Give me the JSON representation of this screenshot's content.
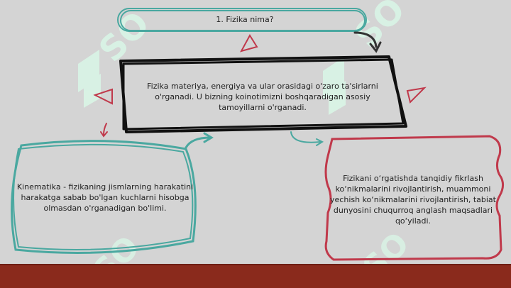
{
  "slide": {
    "title": "1. Fizika nima?",
    "center_text": "Fizika materiya, energiya va ular orasidagi o'zaro ta'sirlarni o'rganadi. U bizning koinotimizni boshqaradigan asosiy tamoyillarni o'rganadi.",
    "left_text": "Kinematika - fizikaning jismlarning harakatini harakatga sabab bo'lgan kuchlarni hisobga olmasdan o'rganadigan bo'limi.",
    "right_text": "Fizikani o‘rgatishda tanqidiy fikrlash ko‘nikmalarini rivojlantirish, muammoni yechish ko‘nikmalarini rivojlantirish, tabiat dunyosini chuqurroq anglash maqsadlari qo‘yiladi."
  },
  "colors": {
    "background": "#d4d4d4",
    "teal": "#4aa8a0",
    "crimson": "#c0394b",
    "black": "#111111",
    "watermark": "#d9f5e6",
    "floor": "#8a2a1c"
  },
  "icons": [
    "triangle-marker-icon",
    "curved-arrow-icon",
    "watermark-logo"
  ]
}
